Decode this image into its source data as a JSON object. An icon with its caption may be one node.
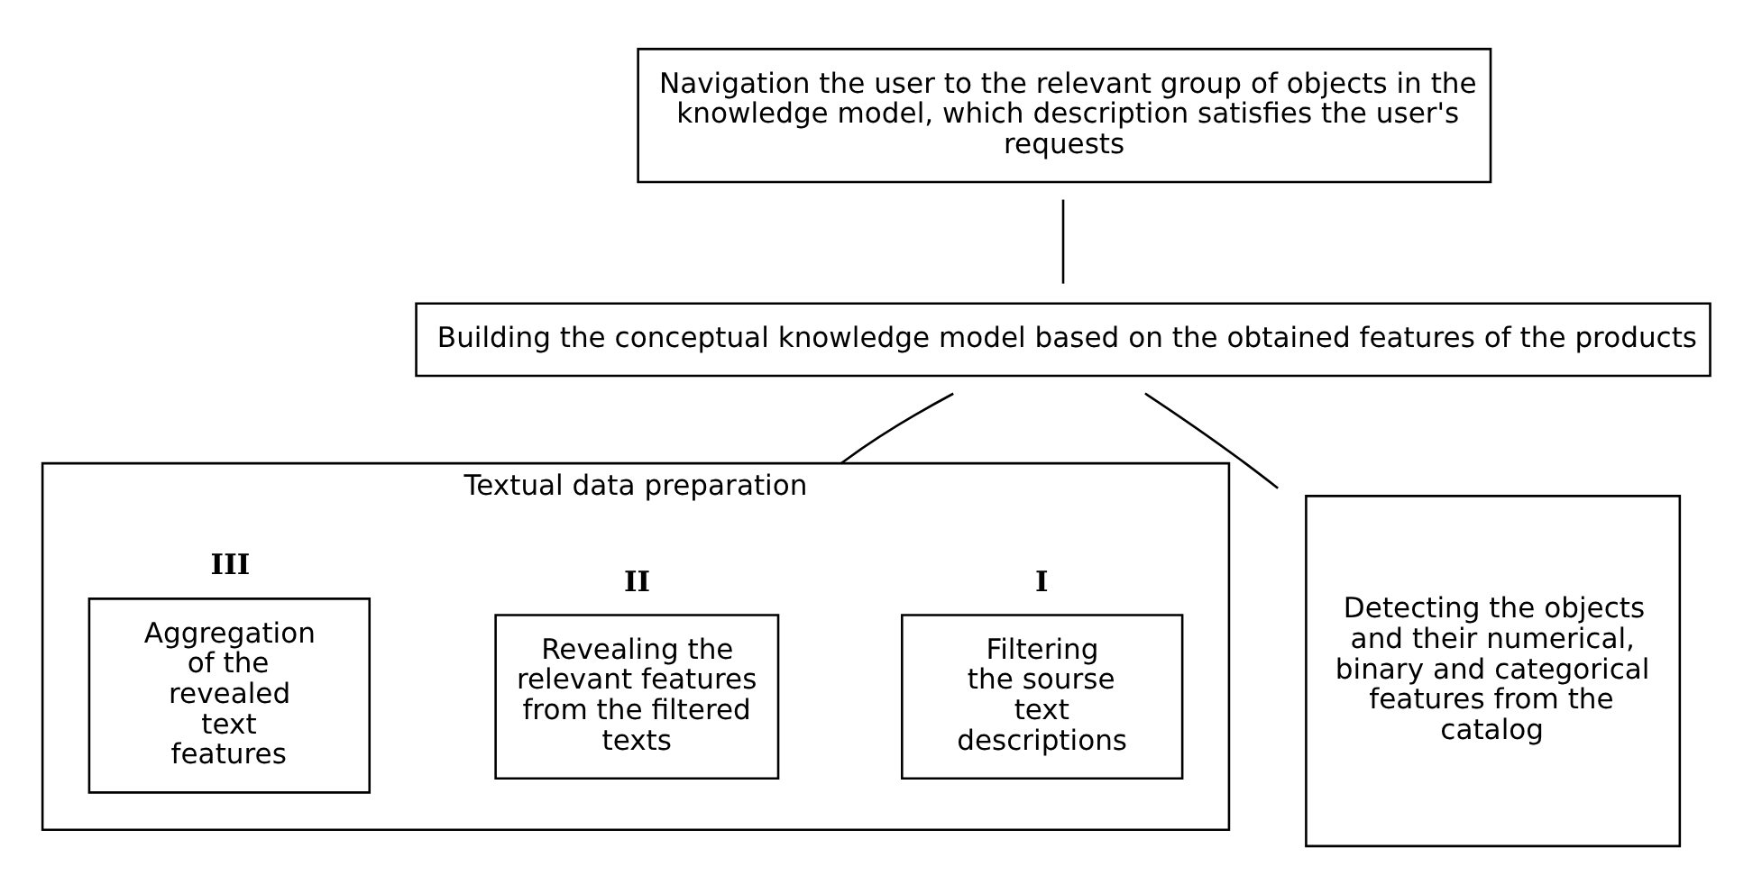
{
  "diagram": {
    "nodes": [
      {
        "text": [
          "Navigation the user to the relevant group of objects in the knowledge model, which description satisfies the user's requests"
        ]
      },
      {
        "text": [
          "Building the conceptual knowledge model based on the obtained features of the products"
        ]
      },
      {
        "text": [
          "Textual data preparation"
        ]
      },
      {
        "text": [
          "Filtering the sourse text descriptions"
        ],
        "in": 2,
        "beside": [
          "I"
        ]
      },
      {
        "text": [
          "Revealing the relevant features from the filtered texts"
        ],
        "in": 2,
        "beside": [
          "II"
        ]
      },
      {
        "text": [
          "Aggregation of the revealed text features"
        ],
        "in": 2,
        "beside": [
          "III"
        ]
      },
      {
        "text": [
          "Detecting the objects and their numerical, binary and categorical features from the catalog"
        ]
      }
    ],
    "edges": [
      {
        "from": 0,
        "to": 1,
        "arrow": "none"
      },
      {
        "from": 1,
        "to": 2,
        "arrow": "none"
      },
      {
        "from": 1,
        "to": 6,
        "arrow": "none"
      }
    ]
  }
}
